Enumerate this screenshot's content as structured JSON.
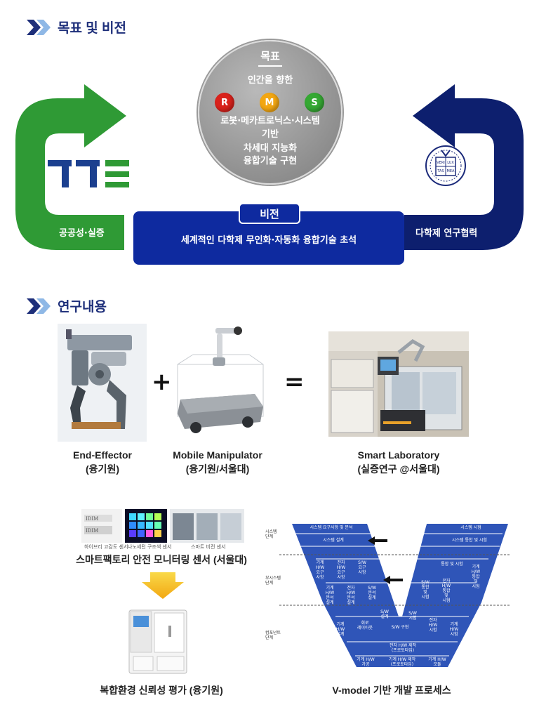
{
  "section1": {
    "title": "목표 및 비전"
  },
  "goal": {
    "heading": "목표",
    "line1": "인간을 향한",
    "dots": [
      {
        "letter": "R",
        "color": "#d9221c"
      },
      {
        "letter": "M",
        "color": "#f2a612"
      },
      {
        "letter": "S",
        "color": "#35a833"
      }
    ],
    "line2": "로봇·메카트로닉스·시스템",
    "line3": "기반",
    "line4": "차세대 지능화",
    "line5": "융합기술 구현"
  },
  "vision": {
    "tab": "비전",
    "text": "세계적인 다학제 무인화·자동화 융합기술 초석"
  },
  "left_arrow": {
    "label": "공공성·실증",
    "color": "#2f9a35"
  },
  "right_arrow": {
    "label": "다학제 연구협력",
    "color": "#0d1f6e"
  },
  "snu_logo": {
    "cells": [
      "VERI",
      "LUX",
      "TAS",
      "MEA"
    ]
  },
  "section2": {
    "title": "연구내용"
  },
  "research": {
    "end_effector": {
      "name": "End-Effector",
      "org": "(융기원)"
    },
    "mobile": {
      "name": "Mobile Manipulator",
      "org": "(융기원/서울대)"
    },
    "smart_lab": {
      "name": "Smart Laboratory",
      "org": "(실증연구 @서울대)"
    },
    "plus": "+",
    "equals": "=",
    "sensor_title": "스마트팩토리 안전 모니터링 센서 (서울대)",
    "sensor_captions": [
      "하이브리 고감도 센서",
      "나노세턴 구조색 센서",
      "스마트 비전 센서"
    ],
    "chamber_title": "복합환경 신뢰성 평가 (융기원)",
    "vmodel_title": "V-model 기반 개발 프로세스",
    "chamber_logo": "IDIM"
  },
  "vmodel": {
    "level_labels": [
      "시스템\n단계",
      "부시스템\n단계",
      "컴포넌트\n단계"
    ],
    "bar_left_1": "시스템 요구사항 및 분석",
    "bar_left_2": "시스템 설계",
    "bar_right_1": "시스템 시험",
    "bar_right_2": "시스템 통합 및 시험",
    "left_mid_cells": [
      "기계\nH/W\n요구\n사항",
      "전자\nH/W\n요구\n사항",
      "S/W\n요구\n사항"
    ],
    "left_low_cells": [
      "기계\nH/W\n분석\n설계",
      "전자\nH/W\n분석\n설계",
      "S/W\n분석\n설계"
    ],
    "right_mid_top": "통합 및 시험",
    "right_mid_cells": [
      "S/W\n통합\n및\n시험",
      "전자\nH/W\n통합\n및\n시험",
      "기계\nH/W\n통합\n및\n시험"
    ],
    "left_comp": [
      "기계\nH/W\n설계",
      "회로\n레이아웃",
      "S/W\n설계"
    ],
    "sw_impl": "S/W 구현",
    "sw_test": "S/W\n시험",
    "right_comp": [
      "전자\nH/W\n시험",
      "기계\nH/W\n시험"
    ],
    "bottom_1": "전자 H/W 제작\n(프로토타입)",
    "bottom_2a": "기계 H/W\n가공",
    "bottom_2b": "기계 H/W 제작\n(프로토타입)",
    "bottom_2c": "기계 H/W\n모듈"
  }
}
